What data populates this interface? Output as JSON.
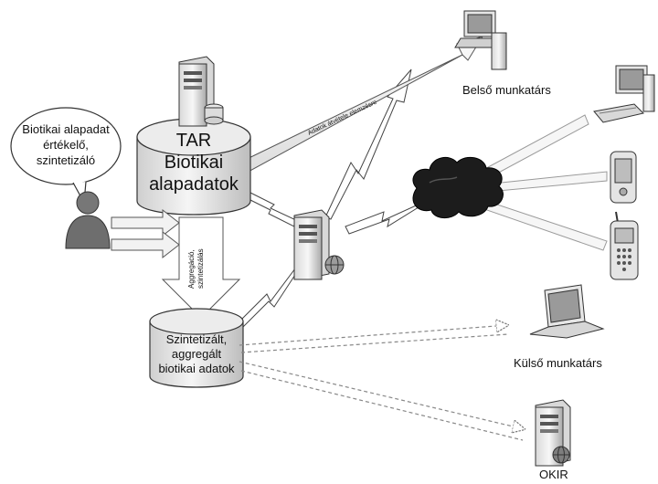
{
  "bubble": {
    "line1": "Biotikai alapadat",
    "line2": "értékelő,",
    "line3": "szintetizáló"
  },
  "tar_db": {
    "line1": "TAR",
    "line2": "Biotikai",
    "line3": "alapadatok"
  },
  "synth_db": {
    "line1": "Szintetizált,",
    "line2": "aggregált",
    "line3": "biotikai adatok"
  },
  "arrows": {
    "transfer": "Adatok átvétele elemzésre",
    "aggregation_1": "Aggregáció,",
    "aggregation_2": "szintetizálás"
  },
  "nodes": {
    "internal": "Belső munkatárs",
    "external": "Külső munkatárs",
    "okir": "OKIR"
  },
  "colors": {
    "outline": "#333333",
    "fill_light": "#f4f4f4",
    "db_top": "#e8e8e8",
    "cloud": "#1a1a1a",
    "person": "#6e6e6e"
  },
  "icons": [
    "server-icon",
    "desktop-computer-icon",
    "pda-icon",
    "mobile-phone-icon",
    "laptop-icon",
    "globe-icon",
    "cloud-icon",
    "person-icon"
  ]
}
